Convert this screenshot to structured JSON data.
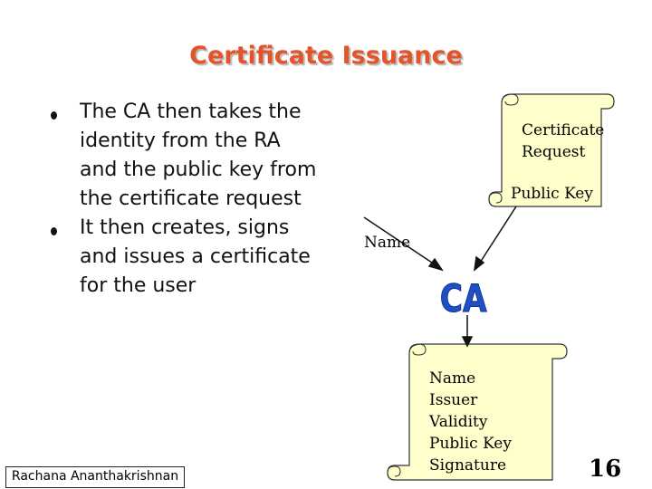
{
  "title": "Certificate Issuance",
  "bullets": [
    "The CA then takes the identity from the RA and the public key from the certificate request",
    "It then creates, signs and issues a certificate for the user"
  ],
  "diagram": {
    "request_scroll": {
      "line1": "Certificate",
      "line2": "Request",
      "line3": "Public Key"
    },
    "name_label": "Name",
    "ca_logo": "CA",
    "certificate_scroll": {
      "lines": [
        "Name",
        "Issuer",
        "Validity",
        "Public Key",
        "Signature"
      ]
    },
    "colors": {
      "scroll_fill": "#ffffcc",
      "ca_blue": "#1f4fc4",
      "title": "#e3542b"
    }
  },
  "footer": {
    "author": "Rachana Ananthakrishnan"
  },
  "page_number": "16"
}
